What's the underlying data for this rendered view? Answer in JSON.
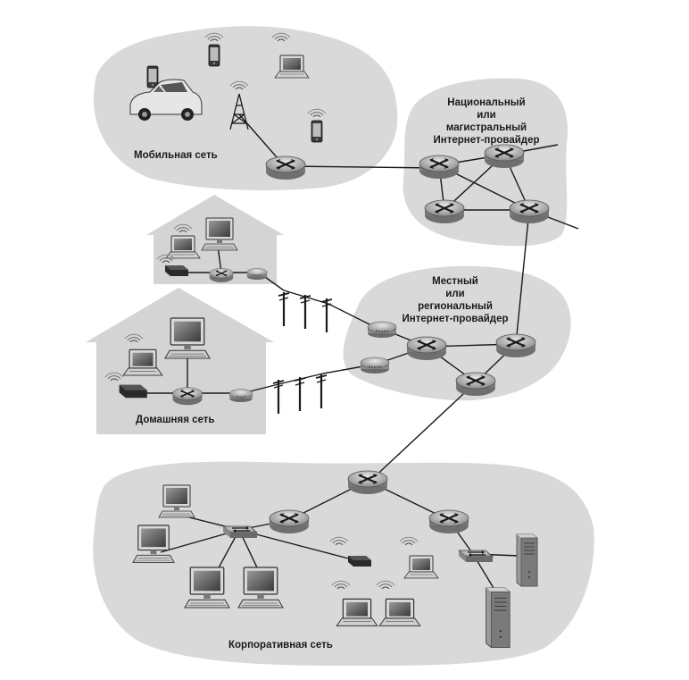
{
  "labels": {
    "mobile_network": "Мобильная сеть",
    "national_isp": [
      "Национальный",
      "или",
      "магистральный",
      "Интернет-провайдер"
    ],
    "regional_isp": [
      "Местный",
      "или",
      "региональный",
      "Интернет-провайдер"
    ],
    "home_network": "Домашняя сеть",
    "enterprise_network": "Корпоративная сеть"
  },
  "colors": {
    "cloud": "#d9d9d9",
    "house": "#d4d4d4",
    "link": "#1a1a1a",
    "device_dark": "#222222",
    "router": "#a0a0a0"
  }
}
